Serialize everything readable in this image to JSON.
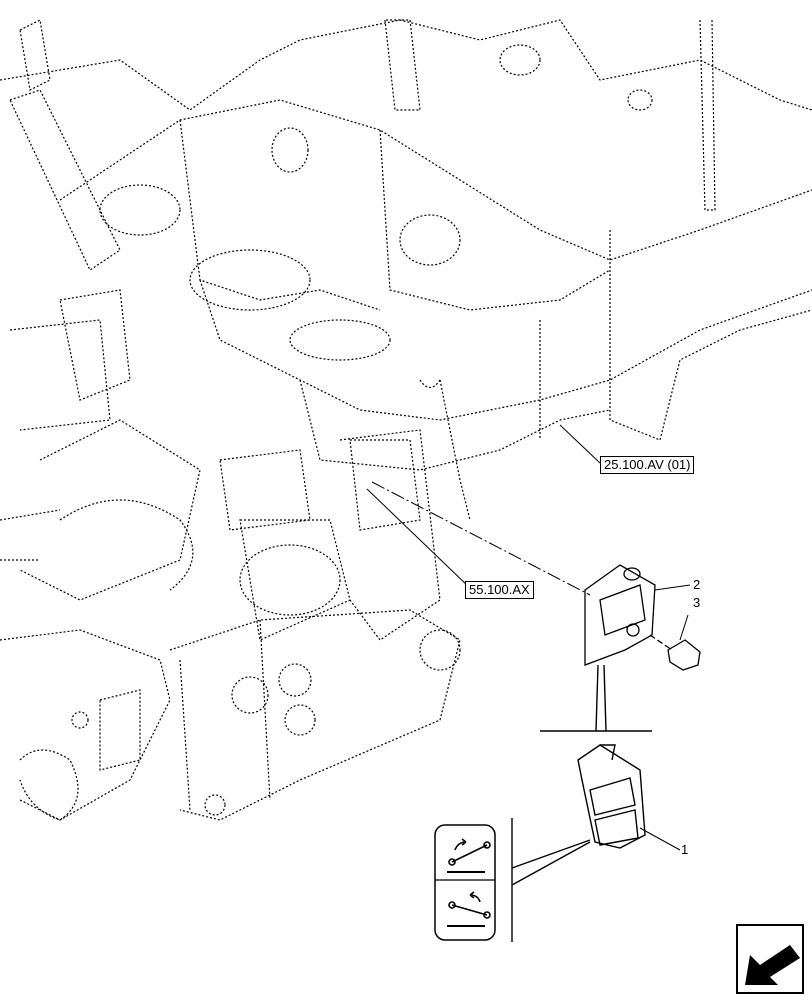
{
  "references": {
    "upper": "25.100.AV (01)",
    "lower": "55.100.AX"
  },
  "callouts": {
    "item_1": "1",
    "item_2": "2",
    "item_3": "3"
  },
  "icons": {
    "switch_top": "raise-hitch-symbol-icon",
    "switch_bottom": "lower-hitch-symbol-icon",
    "nav": "previous-page-arrow-icon"
  },
  "colors": {
    "line": "#000000",
    "background": "#ffffff"
  }
}
